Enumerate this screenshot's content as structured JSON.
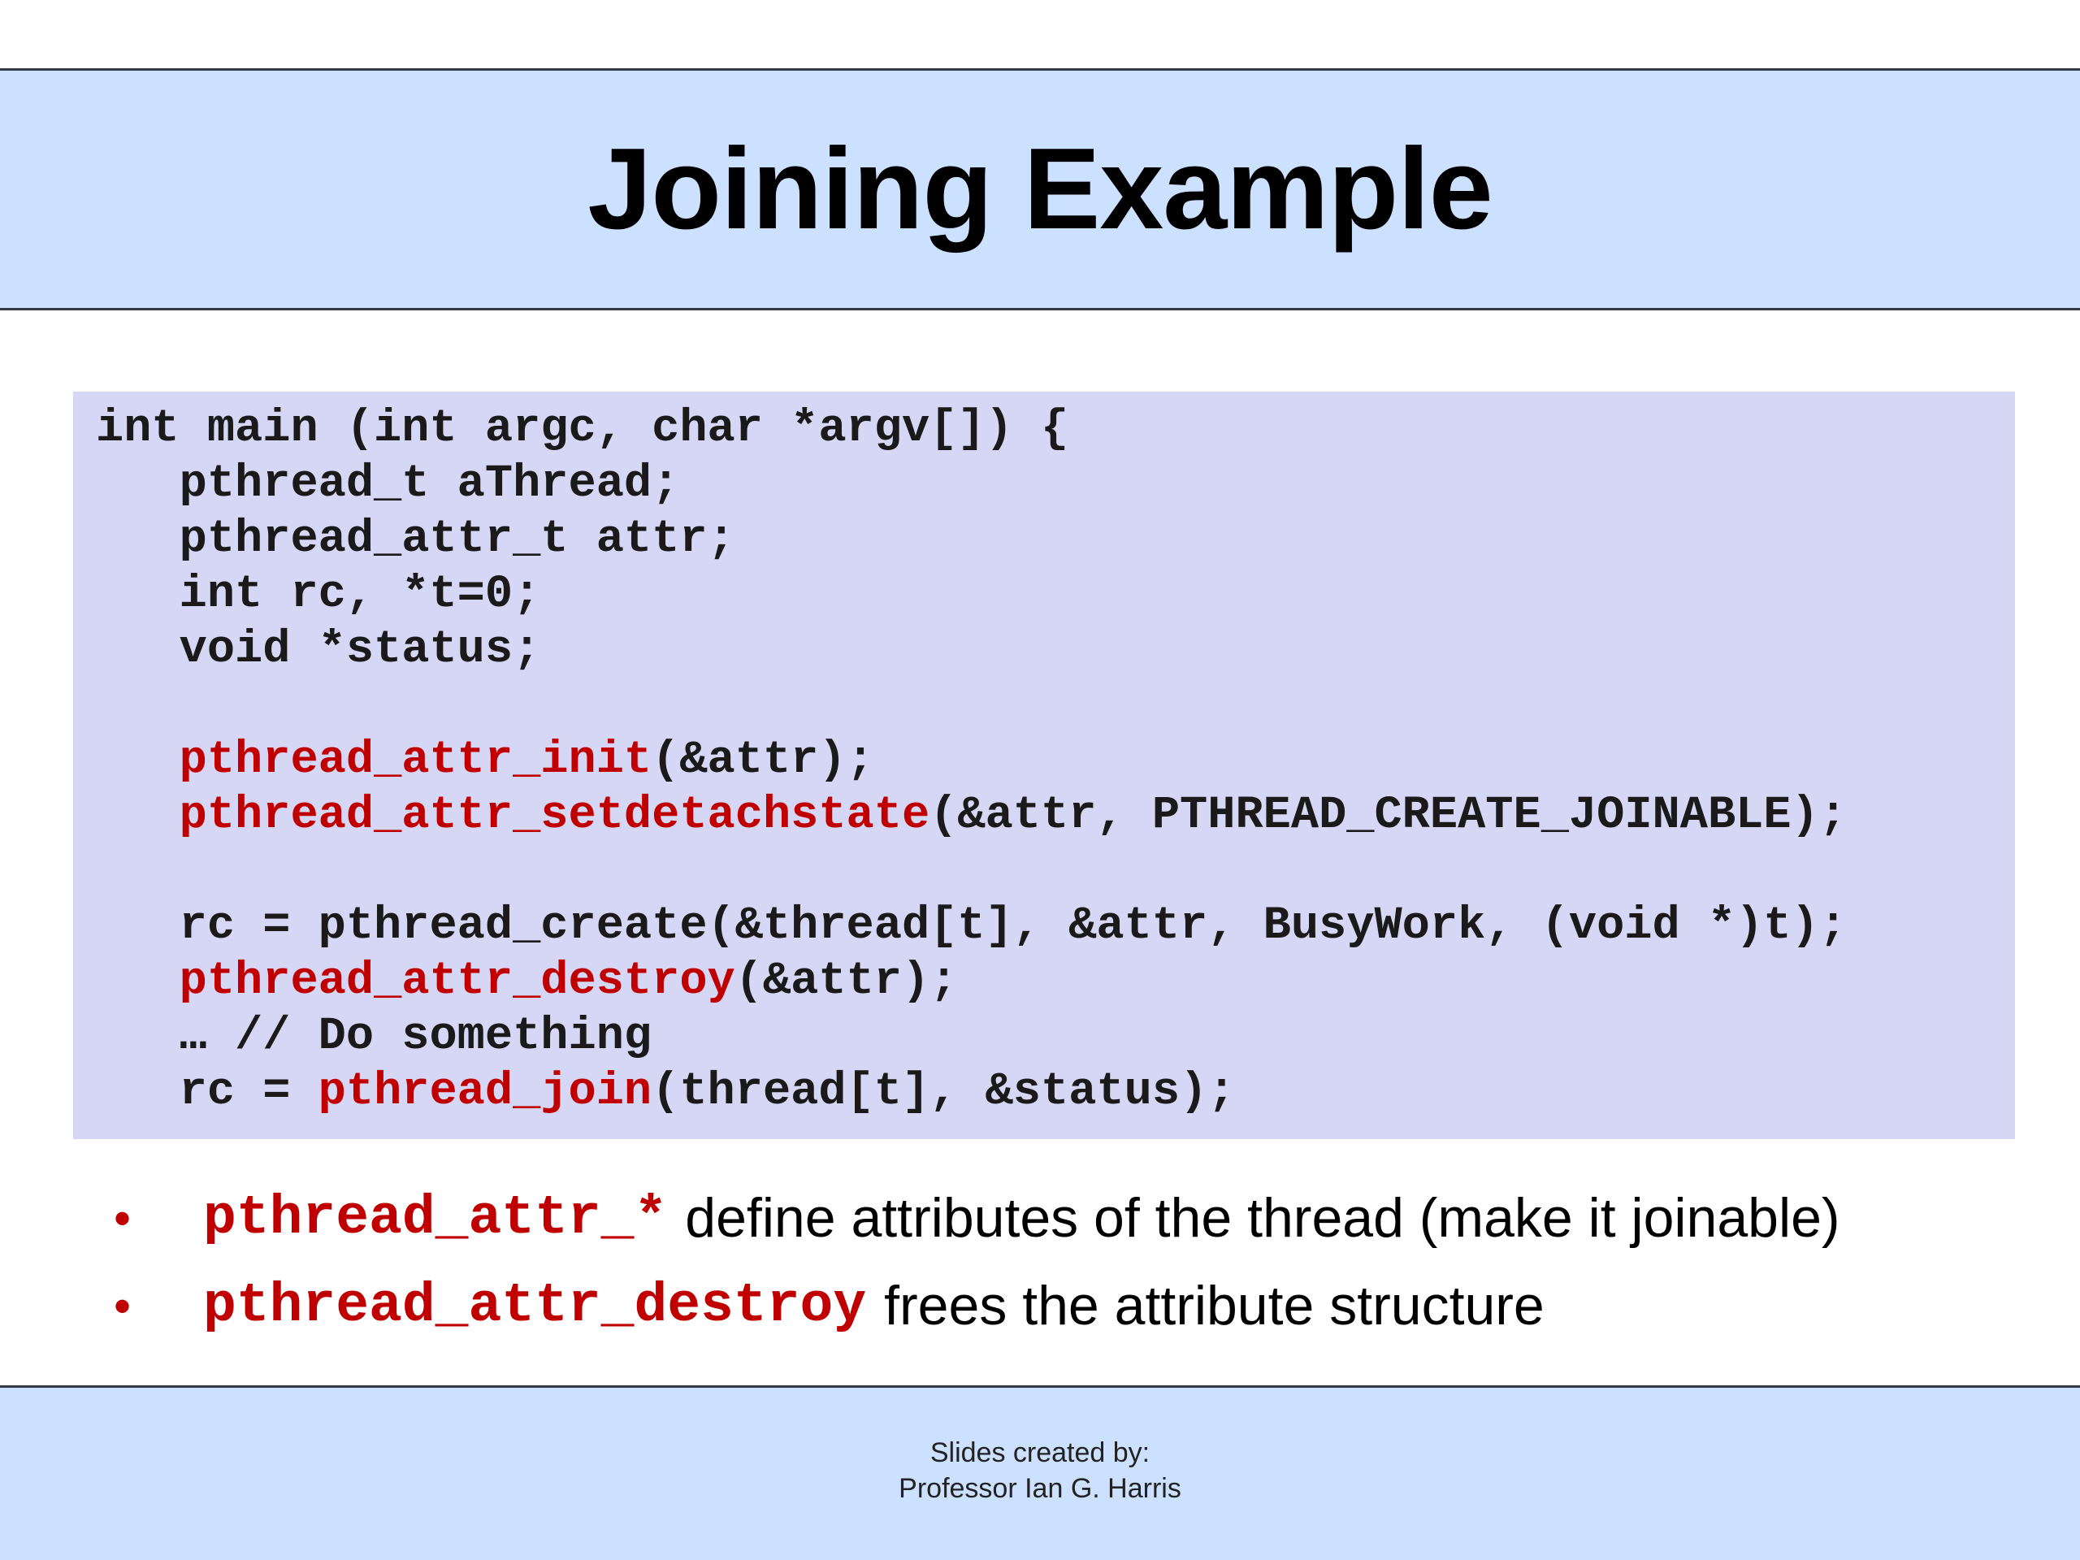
{
  "slide": {
    "title": "Joining Example"
  },
  "code": {
    "lines": [
      [
        {
          "t": "int main (int argc, char *argv[]) {",
          "c": "plain"
        }
      ],
      [
        {
          "t": "   pthread_t aThread;",
          "c": "plain"
        }
      ],
      [
        {
          "t": "   pthread_attr_t attr;",
          "c": "plain"
        }
      ],
      [
        {
          "t": "   int rc, *t=0;",
          "c": "plain"
        }
      ],
      [
        {
          "t": "   void *status;",
          "c": "plain"
        }
      ],
      [
        {
          "t": "",
          "c": "plain"
        }
      ],
      [
        {
          "t": "   ",
          "c": "plain"
        },
        {
          "t": "pthread_attr_init",
          "c": "red"
        },
        {
          "t": "(&attr);",
          "c": "plain"
        }
      ],
      [
        {
          "t": "   ",
          "c": "plain"
        },
        {
          "t": "pthread_attr_setdetachstate",
          "c": "red"
        },
        {
          "t": "(&attr, PTHREAD_CREATE_JOINABLE);",
          "c": "plain"
        }
      ],
      [
        {
          "t": "",
          "c": "plain"
        }
      ],
      [
        {
          "t": "   rc = pthread_create(&thread[t], &attr, BusyWork, (void *)t);",
          "c": "plain"
        }
      ],
      [
        {
          "t": "   ",
          "c": "plain"
        },
        {
          "t": "pthread_attr_destroy",
          "c": "red"
        },
        {
          "t": "(&attr);",
          "c": "plain"
        }
      ],
      [
        {
          "t": "   … // Do something",
          "c": "plain"
        }
      ],
      [
        {
          "t": "   rc = ",
          "c": "plain"
        },
        {
          "t": "pthread_join",
          "c": "red"
        },
        {
          "t": "(thread[t], &status);",
          "c": "plain"
        }
      ]
    ]
  },
  "bullets": {
    "marker": "•",
    "items": [
      {
        "term": "pthread_attr_*",
        "text": "define attributes of the thread (make it joinable)"
      },
      {
        "term": "pthread_attr_destroy",
        "text": "frees the attribute structure"
      }
    ]
  },
  "footer": {
    "line1": "Slides created by:",
    "line2": "Professor Ian G. Harris"
  },
  "colors": {
    "band": "#cce0ff",
    "code_bg": "#d6d6f5",
    "accent_red": "#c00000"
  }
}
